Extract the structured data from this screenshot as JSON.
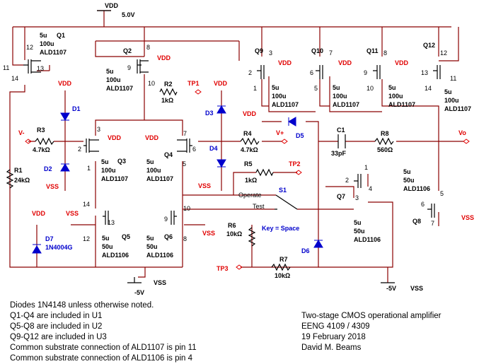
{
  "supplies": {
    "vdd_top": "VDD",
    "vdd_value": "5.0V",
    "vss_left": "VSS",
    "vss_left_value": "-5V",
    "vss_right": "VSS",
    "vss_right_value": "-5V"
  },
  "rail_labels": {
    "vdd": "VDD",
    "vss": "VSS"
  },
  "transistors": [
    {
      "id": "Q1",
      "size": "5u\n100u",
      "part": "ALD1107"
    },
    {
      "id": "Q2",
      "size": "5u\n100u",
      "part": "ALD1107"
    },
    {
      "id": "Q3",
      "size": "5u\n100u",
      "part": "ALD1107"
    },
    {
      "id": "Q4",
      "size": "5u\n100u",
      "part": "ALD1107"
    },
    {
      "id": "Q5",
      "size": "5u\n50u",
      "part": "ALD1106"
    },
    {
      "id": "Q6",
      "size": "5u\n50u",
      "part": "ALD1106"
    },
    {
      "id": "Q7",
      "size": "5u\n50u",
      "part": "ALD1106"
    },
    {
      "id": "Q8",
      "size": "5u\n50u",
      "part": "ALD1106"
    },
    {
      "id": "Q9",
      "size": "5u\n100u",
      "part": "ALD1107"
    },
    {
      "id": "Q10",
      "size": "5u\n100u",
      "part": "ALD1107"
    },
    {
      "id": "Q11",
      "size": "5u\n100u",
      "part": "ALD1107"
    },
    {
      "id": "Q12",
      "size": "5u\n100u",
      "part": "ALD1107"
    }
  ],
  "resistors": {
    "R1": "24kΩ",
    "R2": "1kΩ",
    "R3": "4.7kΩ",
    "R4": "4.7kΩ",
    "R5": "1kΩ",
    "R6": "10kΩ",
    "R7": "10kΩ",
    "R8": "560Ω"
  },
  "capacitor": {
    "id": "C1",
    "value": "33pF"
  },
  "diodes": [
    "D1",
    "D2",
    "D3",
    "D4",
    "D5",
    "D6",
    "D7"
  ],
  "d7_part": "1N4004G",
  "terminals": {
    "vminus": "V-",
    "vplus": "V+",
    "vo": "Vo",
    "tp1": "TP1",
    "tp2": "TP2",
    "tp3": "TP3"
  },
  "switch": {
    "id": "S1",
    "operate": "Operate",
    "test": "Test",
    "key": "Key = Space"
  },
  "pins": {
    "q1": [
      "12",
      "13",
      "11",
      "14"
    ],
    "q2": [
      "8",
      "9",
      "10"
    ],
    "q3": [
      "3",
      "2",
      "1"
    ],
    "q4": [
      "7",
      "6",
      "5"
    ],
    "q5": [
      "14",
      "13",
      "12"
    ],
    "q6": [
      "9",
      "10",
      "8"
    ],
    "q7": [
      "1",
      "2",
      "4",
      "3"
    ],
    "q8": [
      "5",
      "6",
      "7"
    ],
    "q9": [
      "3",
      "2",
      "1"
    ],
    "q10": [
      "7",
      "6",
      "5"
    ],
    "q11": [
      "8",
      "9",
      "10"
    ],
    "q12": [
      "12",
      "13",
      "11",
      "14"
    ]
  },
  "notes": [
    "Diodes 1N4148 unless otherwise noted.",
    "Q1-Q4 are included in U1",
    "Q5-Q8 are included in U2",
    "Q9-Q12 are included in U3",
    "Common substrate connection of ALD1107 is pin 11",
    "Common substrate connection of ALD1106 is pin 4"
  ],
  "title_block": [
    "Two-stage CMOS operational amplifier",
    "EENG 4109 / 4309",
    "19 February 2018",
    "David M. Beams"
  ]
}
